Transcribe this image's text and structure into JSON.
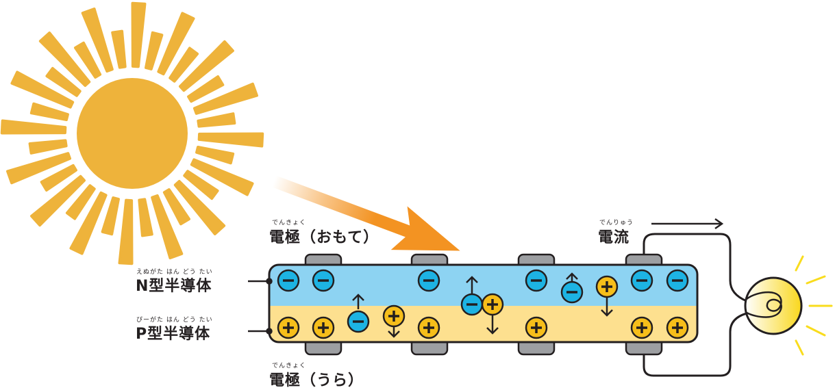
{
  "colors": {
    "sun": "#eeb33b",
    "arrow": "#f39322",
    "n_region": "#8dd3f2",
    "p_region": "#fde08f",
    "electron": "#1db3e3",
    "hole": "#f6be1a",
    "electrode": "#9d9fa2",
    "outline": "#231f20",
    "bulb_light": "#f9dc1d",
    "bulb_rays": "#f9dc1d"
  },
  "labels": {
    "front_electrode": {
      "ruby": "でんきょく",
      "text": "電極（おもて）"
    },
    "back_electrode": {
      "ruby": "でんきょく",
      "text": "電極（うら）"
    },
    "current": {
      "ruby": "でんりゅう",
      "text": "電流"
    },
    "n_type": {
      "ruby": "えぬがた はん どう たい",
      "text": "N型半導体"
    },
    "p_type": {
      "ruby": "ぴーがた はん どう たい",
      "text": "P型半導体"
    }
  },
  "particles": {
    "electron_symbol": "−",
    "hole_symbol": "+",
    "n_layer_electrons": 7,
    "p_layer_holes": 7,
    "moving_electrons": 3,
    "moving_holes": 3
  },
  "icons": {
    "sun": "sun-icon",
    "arrow": "sunlight-arrow-icon",
    "bulb": "light-bulb-icon",
    "current_arrow": "current-direction-arrow-icon"
  }
}
